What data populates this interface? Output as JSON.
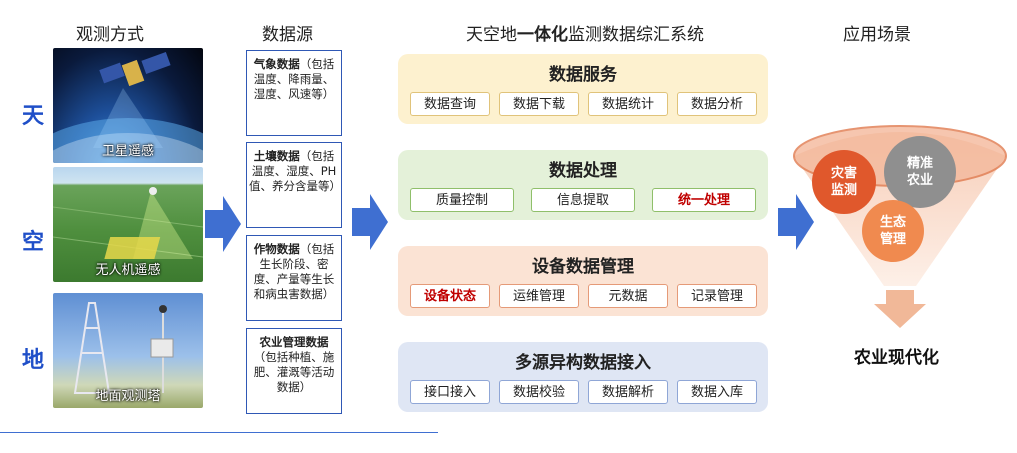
{
  "columns": {
    "observation": "观测方式",
    "sources": "数据源",
    "system_title_pre": "天空地",
    "system_title_bold": "一体化",
    "system_title_post": "监测数据综汇系统",
    "applications": "应用场景"
  },
  "observation": {
    "sky": {
      "char": "天",
      "caption": "卫星遥感"
    },
    "air": {
      "char": "空",
      "caption": "无人机遥感"
    },
    "ground": {
      "char": "地",
      "caption": "地面观测塔"
    }
  },
  "sources": [
    {
      "title": "气象数据",
      "desc": "（包括温度、降雨量、湿度、风速等）"
    },
    {
      "title": "土壤数据",
      "desc": "（包括温度、湿度、PH值、养分含量等）"
    },
    {
      "title": "作物数据",
      "desc": "（包括生长阶段、密度、产量等生长和病虫害数据）"
    },
    {
      "title": "农业管理数据",
      "desc": "（包括种植、施肥、灌溉等活动数据）"
    }
  ],
  "layers": {
    "service": {
      "title": "数据服务",
      "items": [
        "数据查询",
        "数据下载",
        "数据统计",
        "数据分析"
      ]
    },
    "processing": {
      "title": "数据处理",
      "items": [
        "质量控制",
        "信息提取",
        "统一处理"
      ]
    },
    "device": {
      "title": "设备数据管理",
      "items": [
        "设备状态",
        "运维管理",
        "元数据",
        "记录管理"
      ]
    },
    "ingest": {
      "title": "多源异构数据接入",
      "items": [
        "接口接入",
        "数据校验",
        "数据解析",
        "数据入库"
      ]
    }
  },
  "applications": {
    "bubbles": [
      "灾害监测",
      "精准农业",
      "生态管理"
    ],
    "result": "农业现代化"
  },
  "colors": {
    "service_bg": "#fdf1cf",
    "processing_bg": "#e4f1d9",
    "device_bg": "#fbe3d4",
    "ingest_bg": "#dfe6f4",
    "accent_blue": "#3f6fd1",
    "red_text": "#c00000"
  }
}
